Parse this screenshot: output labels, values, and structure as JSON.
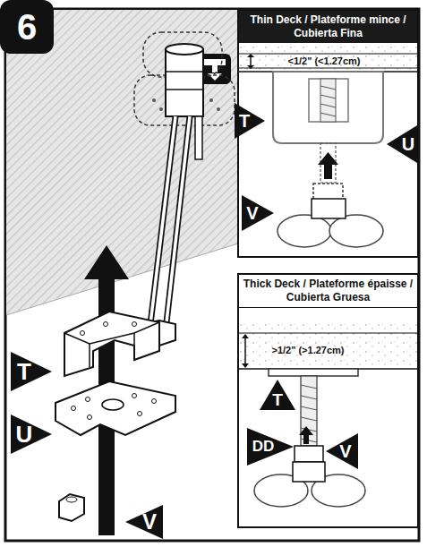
{
  "diagram": {
    "nodes": [
      {
        "text": [
          "Thin Deck / Plateforme mince / Cubierta Fina"
        ]
      },
      {
        "text": [
          "Thick Deck / Plateforme épaisse / Cubierta Gruesa"
        ]
      }
    ],
    "labels": [
      "6",
      "T",
      "U",
      "V",
      "<1/2\" (<1.27cm)",
      "T",
      "U",
      "V",
      ">1/2\" (>1.27cm)",
      "T",
      "DD",
      "V"
    ]
  }
}
